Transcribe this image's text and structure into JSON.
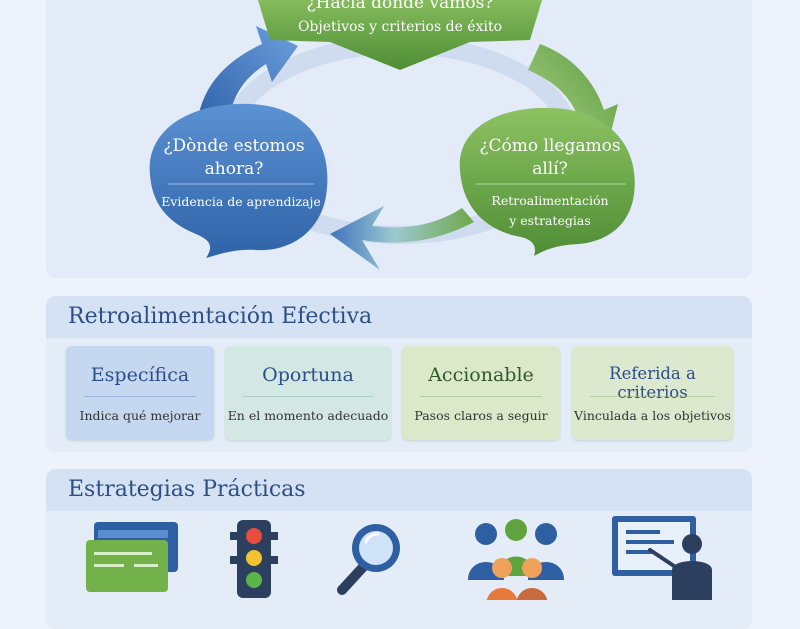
{
  "cycle": {
    "top_title": "¿Hacia dónde vamos?",
    "top_subtitle": "Objetivos y criterios de éxito",
    "left_title_line1": "¿Dònde estomos",
    "left_title_line2": "ahora?",
    "left_subtitle": "Evidencia de aprendizaje",
    "right_title_line1": "¿Cómo llegamos",
    "right_title_line2": "allí?",
    "right_subtitle_line1": "Retroalimentación",
    "right_subtitle_line2": "y estrategias"
  },
  "feedback": {
    "title": "Retroalimentación Efectiva",
    "cards": [
      {
        "title": "Específica",
        "desc": "Indica qué mejorar"
      },
      {
        "title": "Oportuna",
        "desc": "En el momento adecuado"
      },
      {
        "title": "Accionable",
        "desc": "Pasos claros a seguir"
      },
      {
        "title": "Referida a criterios",
        "desc": "Vinculada a los objetivos"
      }
    ]
  },
  "strategies": {
    "title": "Estrategias Prácticas",
    "icons": [
      "exit-ticket-icon",
      "traffic-light-icon",
      "magnifying-glass-icon",
      "group-people-icon",
      "teacher-board-icon"
    ]
  },
  "colors": {
    "blue": "#3f78bf",
    "green": "#6fa84a",
    "title_blue": "#2d4f86"
  }
}
